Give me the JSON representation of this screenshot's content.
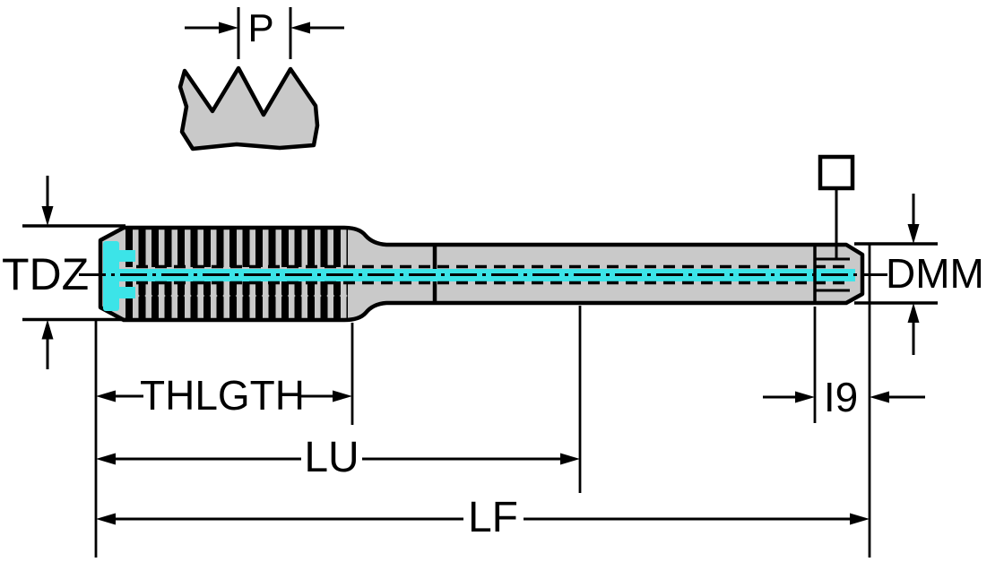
{
  "diagram": {
    "labels": {
      "pitch": "P",
      "thread_diameter": "TDZ",
      "shank_diameter": "DMM",
      "thread_length": "THLGTH",
      "usable_length": "LU",
      "functional_length": "LF",
      "square_length": "I9"
    },
    "colors": {
      "coolant_highlight": "#3ce4e8",
      "body_fill": "#c9c9c9",
      "line": "#000000",
      "background": "#ffffff"
    },
    "icons": {
      "square_drive_symbol": "square-drive-symbol"
    }
  }
}
